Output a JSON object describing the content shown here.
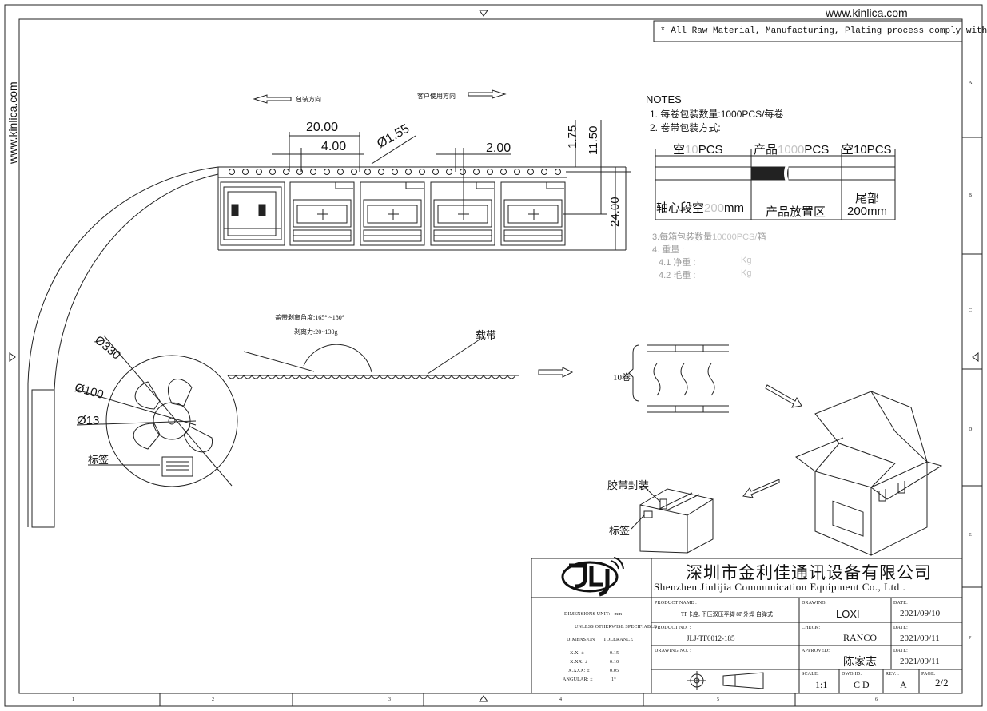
{
  "website": "www.kinlica.com",
  "compliance_note": "* All Raw Material, Manufacturing, Plating process comply with ROHS",
  "tape_direction": {
    "packing_direction": "包装方向",
    "customer_direction": "客户使用方向"
  },
  "tape_dims": {
    "pitch": "20.00",
    "d_small": "4.00",
    "hole_dia": "Ø1.55",
    "d_2": "2.00",
    "d_175": "1.75",
    "d_1150": "11.50",
    "width": "24.00"
  },
  "notes": {
    "title": "NOTES",
    "item1_num": "1.",
    "item1_a": "每卷包装数量",
    "item1_b": ":1000PCS/",
    "item1_c": "每卷",
    "item2_num": "2.",
    "item2": "卷带包装方式:",
    "empty_head_label": "空",
    "empty_head_count": "10",
    "empty_head_unit": "PCS",
    "product_label": "产品",
    "product_count": "1000",
    "product_unit": "PCS",
    "empty_tail": "空10PCS",
    "leader_label": "轴心段空",
    "leader_len": "200",
    "leader_unit": "mm",
    "product_zone": "产品放置区",
    "tail_label": "尾部",
    "tail_len": "200mm",
    "item3_a": "3.每箱包装数量",
    "item3_b": "10000PCS/",
    "item3_c": "箱",
    "item4": "4.  重量 :",
    "item41": "4.1  净重 :",
    "item41_unit": "Kg",
    "item42": "4.2  毛重 :",
    "item42_unit": "Kg"
  },
  "peel": {
    "angle": "盖带剥离角度:165° ~180°",
    "force": "剥离力:20~130g",
    "carrier": "载带"
  },
  "reel": {
    "d330": "Ø330",
    "d100": "Ø100",
    "d13": "Ø13",
    "label": "标签"
  },
  "stack": {
    "rolls": "10卷"
  },
  "box": {
    "tape_seal": "胶带封装",
    "label": "标签"
  },
  "title_block": {
    "company_cn": "深圳市金利佳通讯设备有限公司",
    "company_en": "Shenzhen Jinlijia Communication Equipment Co., Ltd .",
    "dimensions_unit_label": "DIMENSIONS UNIT:",
    "dimensions_unit": "mm",
    "unless_note": "UNLESS OTHERWISE SPECIFIABLE",
    "dimension_hdr": "DIMENSION",
    "tolerance_hdr": "TOLERANCE",
    "tol": [
      {
        "dim": "X.X:  ±",
        "val": "0.15"
      },
      {
        "dim": "X.XX:  ±",
        "val": "0.10"
      },
      {
        "dim": "X.XXX:  ±",
        "val": "0.05"
      },
      {
        "dim": "ANGULAR:  ±",
        "val": "1°"
      }
    ],
    "product_name_label": "PRODUCT NAME :",
    "product_name": "TF卡座, 下压双压平脚 8P 外焊 自弹式",
    "product_no_label": "PRODUCT NO. :",
    "product_no": "JLJ-TF0012-185",
    "drawing_no_label": "DRAWING NO. :",
    "drawing_label": "DRAWING:",
    "drawing": "LOXI",
    "check_label": "CHECK:",
    "check": "RANCO",
    "approved_label": "APPROVED:",
    "approved": "陈家志",
    "date_label": "DATE:",
    "date1": "2021/09/10",
    "date2": "2021/09/11",
    "date3": "2021/09/11",
    "scale_label": "SCALE:",
    "scale": "1:1",
    "dwg_id_label": "DWG ID:",
    "dwg_id": "C D",
    "rev_label": "REV. :",
    "rev": "A",
    "page_label": "PAGE:",
    "page": "2/2"
  },
  "border": {
    "columns": [
      "1",
      "2",
      "3",
      "4",
      "5",
      "6"
    ],
    "rows": [
      "A",
      "B",
      "C",
      "D",
      "E",
      "F"
    ]
  }
}
